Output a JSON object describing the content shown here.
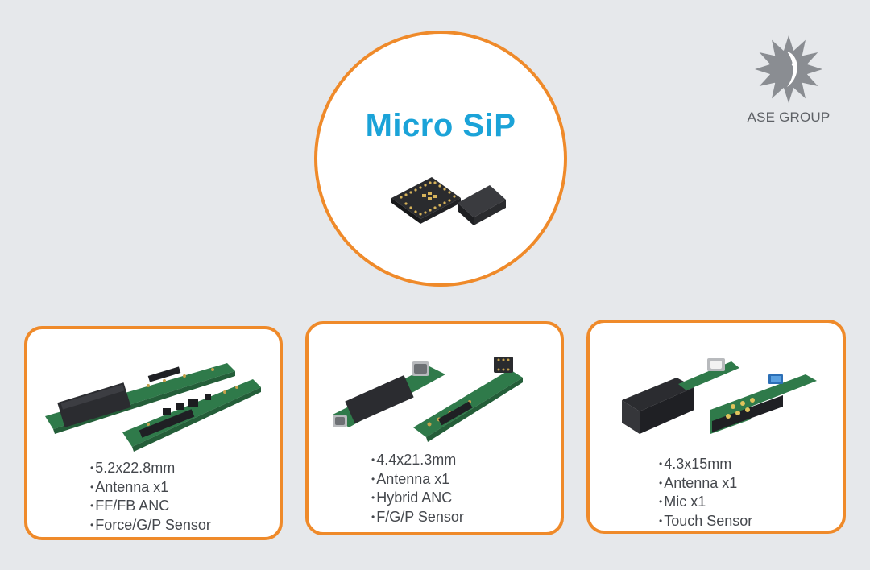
{
  "hero": {
    "title": "Micro SiP",
    "image": "micro-sip-chip-packages"
  },
  "logo": {
    "text": "ASE GROUP",
    "icon": "sun-face-logo"
  },
  "cards": [
    {
      "image": "module-board-tapered",
      "specs": [
        "5.2x22.8mm",
        "Antenna x1",
        "FF/FB ANC",
        "Force/G/P Sensor"
      ]
    },
    {
      "image": "module-board-with-mics",
      "specs": [
        "4.4x21.3mm",
        "Antenna x1",
        "Hybrid ANC",
        "F/G/P Sensor"
      ]
    },
    {
      "image": "module-board-short",
      "specs": [
        "4.3x15mm",
        "Antenna x1",
        "Mic x1",
        "Touch Sensor"
      ]
    }
  ],
  "colors": {
    "background": "#e6e8eb",
    "accent_orange": "#ef8a2a",
    "title_blue": "#1ba3d8",
    "pcb_green": "#2f7a4a",
    "text_gray": "#45484d"
  }
}
